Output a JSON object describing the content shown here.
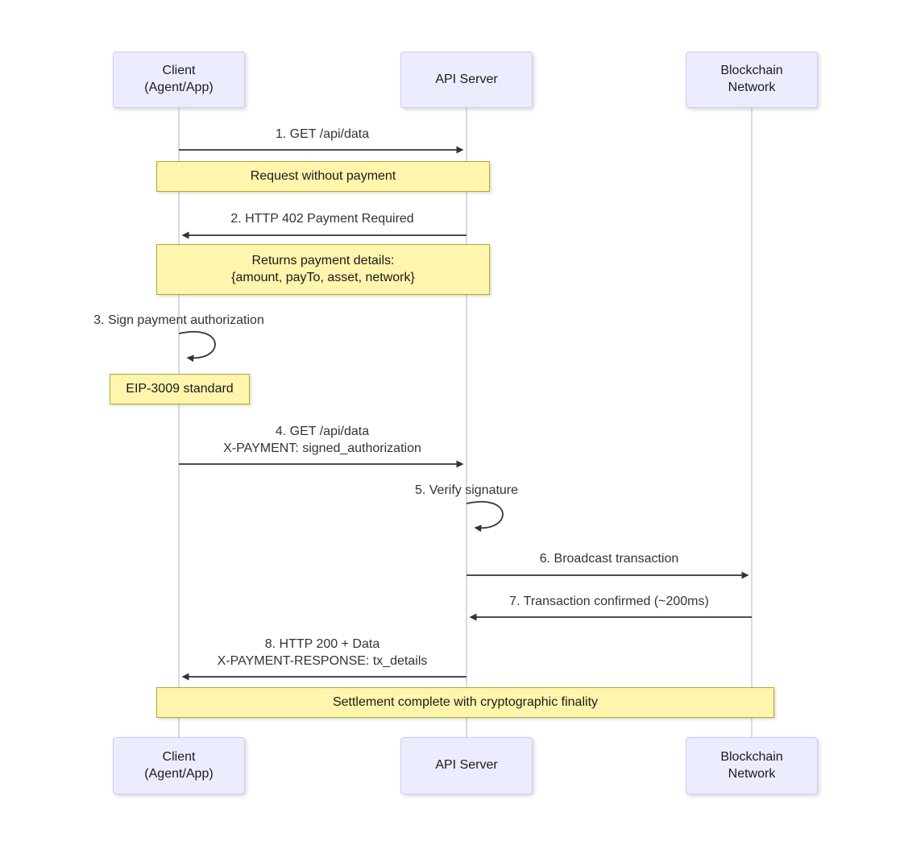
{
  "colors": {
    "background": "#FFFFFF",
    "actor_fill": "#ECECFF",
    "actor_border": "#CCCCF0",
    "note_fill": "#FFF5AD",
    "note_border": "#AAAA33",
    "message_line": "#333333",
    "message_text": "#333333",
    "lifeline": "#D9D9E6"
  },
  "diagram_type": "sequence",
  "actors": [
    {
      "id": "client",
      "label": "Client\n(Agent/App)"
    },
    {
      "id": "api_server",
      "label": "API Server"
    },
    {
      "id": "blockchain",
      "label": "Blockchain\nNetwork"
    }
  ],
  "messages": [
    {
      "seq": "1",
      "from": "client",
      "to": "api_server",
      "kind": "solid",
      "label": "1. GET /api/data"
    },
    {
      "seq": "2",
      "from": "api_server",
      "to": "client",
      "kind": "solid",
      "label": "2. HTTP 402 Payment Required"
    },
    {
      "seq": "3",
      "from": "client",
      "to": "client",
      "kind": "self",
      "label": "3. Sign payment authorization"
    },
    {
      "seq": "4",
      "from": "client",
      "to": "api_server",
      "kind": "solid",
      "label": "4. GET /api/data\nX-PAYMENT: signed_authorization"
    },
    {
      "seq": "5",
      "from": "api_server",
      "to": "api_server",
      "kind": "self",
      "label": "5. Verify signature"
    },
    {
      "seq": "6",
      "from": "api_server",
      "to": "blockchain",
      "kind": "solid",
      "label": "6. Broadcast transaction"
    },
    {
      "seq": "7",
      "from": "blockchain",
      "to": "api_server",
      "kind": "solid",
      "label": "7. Transaction confirmed (~200ms)"
    },
    {
      "seq": "8",
      "from": "api_server",
      "to": "client",
      "kind": "solid",
      "label": "8. HTTP 200 + Data\nX-PAYMENT-RESPONSE: tx_details"
    }
  ],
  "notes": [
    {
      "over": [
        "client",
        "api_server"
      ],
      "text": "Request without payment"
    },
    {
      "over": [
        "client",
        "api_server"
      ],
      "text": "Returns payment details:\n{amount, payTo, asset, network}"
    },
    {
      "over": [
        "client"
      ],
      "text": "EIP-3009 standard"
    },
    {
      "over": [
        "client",
        "api_server",
        "blockchain"
      ],
      "text": "Settlement complete with cryptographic finality"
    }
  ]
}
